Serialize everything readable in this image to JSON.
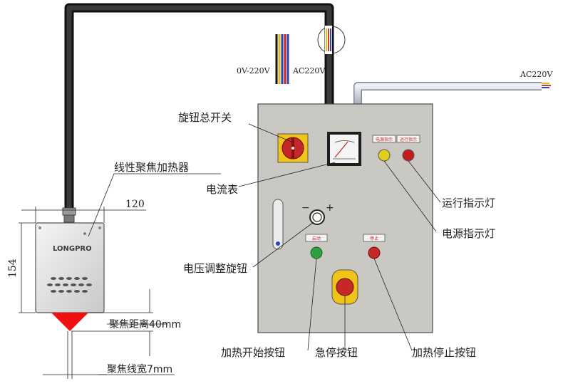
{
  "voltage_labels": {
    "left_cable_range": "0V-220V",
    "left_cable_ac": "AC220V",
    "main_supply": "AC220V"
  },
  "heater": {
    "callout": "线性聚焦加热器",
    "brand": "LONGPRO",
    "width_dim": "120",
    "height_dim": "154",
    "focus_distance": "聚焦距离40mm",
    "focus_width": "聚焦线宽7mm"
  },
  "panel": {
    "main_switch": "旋钮总开关",
    "ammeter": "电流表",
    "voltage_knob": "电压调整旋钮",
    "minus": "−",
    "plus": "+",
    "run_lamp_plate": "运行指示",
    "power_lamp_plate": "电源指示",
    "start_plate": "启动",
    "stop_plate": "停止",
    "run_indicator": "运行指示灯",
    "power_indicator": "电源指示灯",
    "start_button": "加热开始按钮",
    "emergency_stop": "急停按钮",
    "stop_button": "加热停止按钮"
  },
  "colors": {
    "panel_fill": "#cac8c3",
    "cable": "#1a1a1a",
    "lamp_yellow": "#e6cf1a",
    "lamp_red": "#c41a1a",
    "btn_green": "#2ea043",
    "btn_red": "#c62828",
    "estop_yellow": "#f0c419",
    "focus_red": "#f01010",
    "main_cable": "#c8ccd6"
  }
}
